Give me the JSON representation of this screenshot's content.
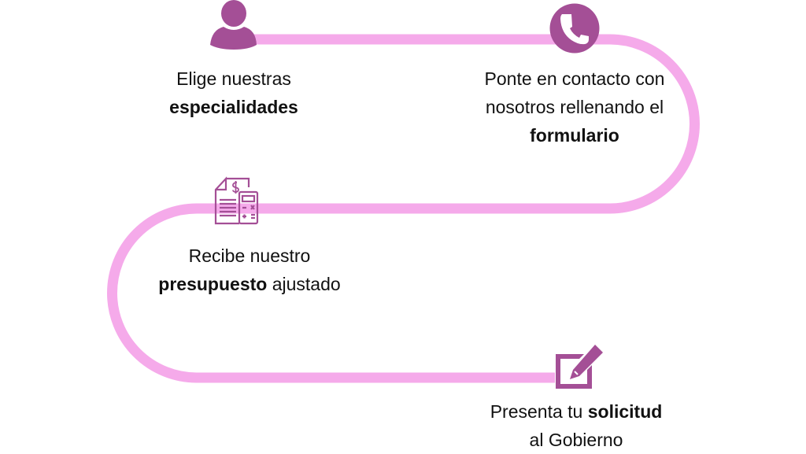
{
  "colors": {
    "path": "#f5aaea",
    "icon": "#a44f96"
  },
  "steps": [
    {
      "icon": "user-icon",
      "line1": "Elige nuestras",
      "bold": "especialidades"
    },
    {
      "icon": "phone-icon",
      "line1": "Ponte en contacto con",
      "line2": "nosotros rellenando el",
      "bold": "formulario"
    },
    {
      "icon": "invoice-calculator-icon",
      "line1": "Recibe nuestro",
      "bold": "presupuesto",
      "after": " ajustado"
    },
    {
      "icon": "edit-icon",
      "line1": "Presenta tu ",
      "bold": "solicitud",
      "line2": "al Gobierno"
    }
  ]
}
